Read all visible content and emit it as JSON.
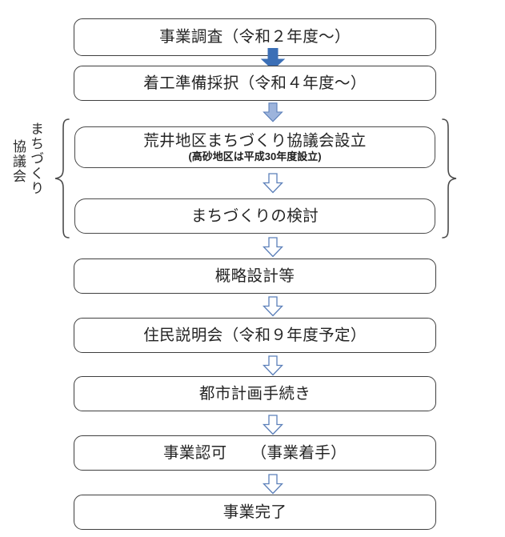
{
  "diagram": {
    "type": "flowchart",
    "orientation": "vertical",
    "colors": {
      "box_border": "#3f3f3f",
      "box_fill": "#ffffff",
      "arrow_solid_fill": "#3b6fb6",
      "arrow_light_fill": "#9db4dc",
      "arrow_outline": "#4a72ab",
      "arrow_hollow_fill": "#ffffff",
      "text": "#242424",
      "brace": "#4a4a4a"
    },
    "nodes": [
      {
        "id": "node-1",
        "label": "事業調査（令和２年度～）",
        "sublabel": ""
      },
      {
        "id": "node-2",
        "label": "着工準備採択（令和４年度～）",
        "sublabel": ""
      },
      {
        "id": "node-3",
        "label": "荒井地区まちづくり協議会設立",
        "sublabel": "(高砂地区は平成30年度設立)"
      },
      {
        "id": "node-4",
        "label": "まちづくりの検討",
        "sublabel": ""
      },
      {
        "id": "node-5",
        "label": "概略設計等",
        "sublabel": ""
      },
      {
        "id": "node-6",
        "label": "住民説明会（令和９年度予定）",
        "sublabel": ""
      },
      {
        "id": "node-7",
        "label": "都市計画手続き",
        "sublabel": ""
      },
      {
        "id": "node-8",
        "label": "事業認可　　（事業着手）",
        "sublabel": ""
      },
      {
        "id": "node-9",
        "label": "事業完了",
        "sublabel": ""
      }
    ],
    "arrows": [
      {
        "id": "arrow-1",
        "from": "node-1",
        "to": "node-2",
        "style": "solid-blue",
        "icon": "down-arrow-icon"
      },
      {
        "id": "arrow-2",
        "from": "node-2",
        "to": "node-3",
        "style": "light-blue",
        "icon": "down-arrow-icon"
      },
      {
        "id": "arrow-3",
        "from": "node-3",
        "to": "node-4",
        "style": "hollow",
        "icon": "down-arrow-icon"
      },
      {
        "id": "arrow-4",
        "from": "node-4",
        "to": "node-5",
        "style": "hollow",
        "icon": "down-arrow-icon"
      },
      {
        "id": "arrow-5",
        "from": "node-5",
        "to": "node-6",
        "style": "hollow",
        "icon": "down-arrow-icon"
      },
      {
        "id": "arrow-6",
        "from": "node-6",
        "to": "node-7",
        "style": "hollow",
        "icon": "down-arrow-icon"
      },
      {
        "id": "arrow-7",
        "from": "node-7",
        "to": "node-8",
        "style": "hollow",
        "icon": "down-arrow-icon"
      },
      {
        "id": "arrow-8",
        "from": "node-8",
        "to": "node-9",
        "style": "hollow",
        "icon": "down-arrow-icon"
      }
    ],
    "group": {
      "id": "machizukuri-kyogikai-group",
      "members": [
        "node-3",
        "node-4"
      ],
      "left_brace_icon": "left-curly-brace-icon",
      "right_brace_icon": "right-curly-brace-icon",
      "vertical_label_right_column": "まちづくり",
      "vertical_label_left_column": "協議会"
    }
  }
}
